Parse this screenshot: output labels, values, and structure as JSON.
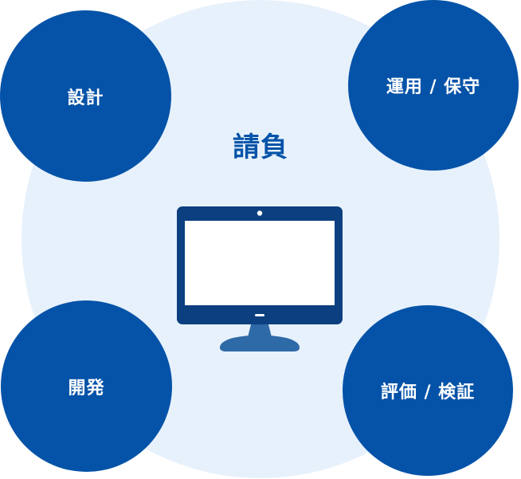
{
  "center": {
    "label": "請負"
  },
  "nodes": {
    "design": "設計",
    "operations": "運用 / 保守",
    "development": "開発",
    "evaluation": "評価 / 検証"
  },
  "icons": {
    "monitor": "monitor-icon"
  },
  "colors": {
    "primary": "#0553a8",
    "background_circle": "#e7f1fc",
    "monitor_dark": "#0b3f7f",
    "screen": "#ffffff",
    "stand": "#2f6aa8"
  }
}
